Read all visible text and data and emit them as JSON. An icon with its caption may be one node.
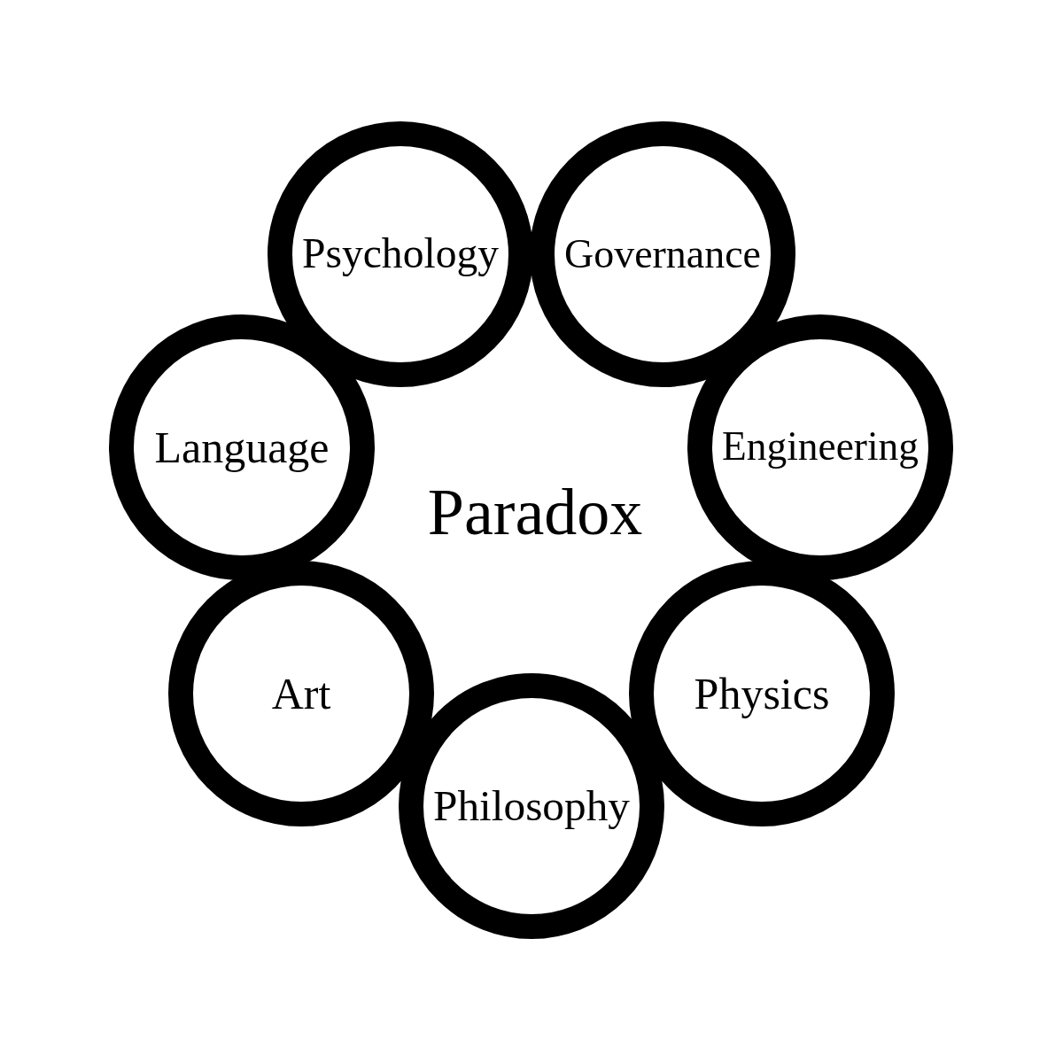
{
  "diagram": {
    "nodes": [
      {
        "text": [
          "Psychology"
        ]
      },
      {
        "text": [
          "Governance"
        ]
      },
      {
        "text": [
          "Language"
        ]
      },
      {
        "text": [
          "Engineering"
        ]
      },
      {
        "text": [
          "Art"
        ]
      },
      {
        "text": [
          "Physics"
        ]
      },
      {
        "text": [
          "Philosophy"
        ]
      }
    ],
    "labels": [
      "Paradox"
    ]
  }
}
